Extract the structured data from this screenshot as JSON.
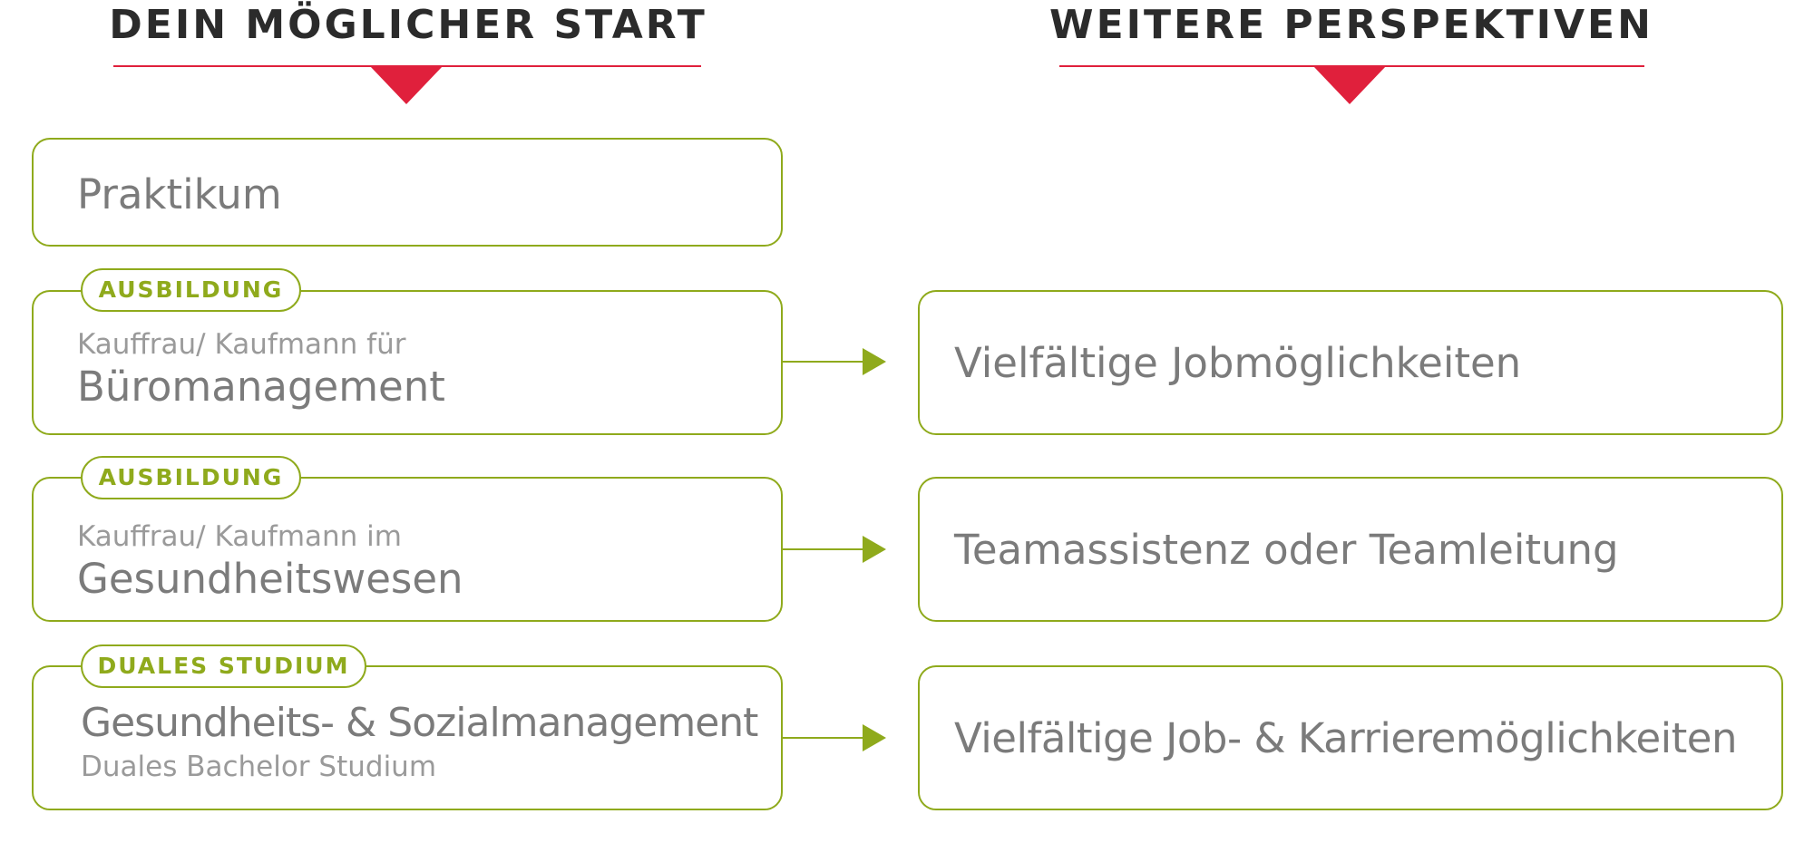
{
  "headings": {
    "left": "DEIN MÖGLICHER START",
    "right": "WEITERE PERSPEKTIVEN"
  },
  "start": {
    "praktikum": {
      "title": "Praktikum"
    },
    "ausbildung_buero": {
      "tag": "AUSBILDUNG",
      "subtitle": "Kauffrau/ Kaufmann für",
      "title": "Büromanagement"
    },
    "ausbildung_gesundheit": {
      "tag": "AUSBILDUNG",
      "subtitle": "Kauffrau/ Kaufmann im",
      "title": "Gesundheitswesen"
    },
    "duales_studium": {
      "tag": "DUALES STUDIUM",
      "title": "Gesundheits- & Sozialmanagement",
      "subtitle": "Duales Bachelor Studium"
    }
  },
  "perspectives": {
    "jobs": "Vielfältige Jobmöglichkeiten",
    "team": "Teamassistenz oder Teamleitung",
    "karriere": "Vielfältige Job- & Karrieremöglichkeiten"
  },
  "colors": {
    "accent_red": "#e0203c",
    "accent_green": "#8faa1c",
    "heading_text": "#2b2b2b",
    "body_text": "#7b7b7b"
  }
}
